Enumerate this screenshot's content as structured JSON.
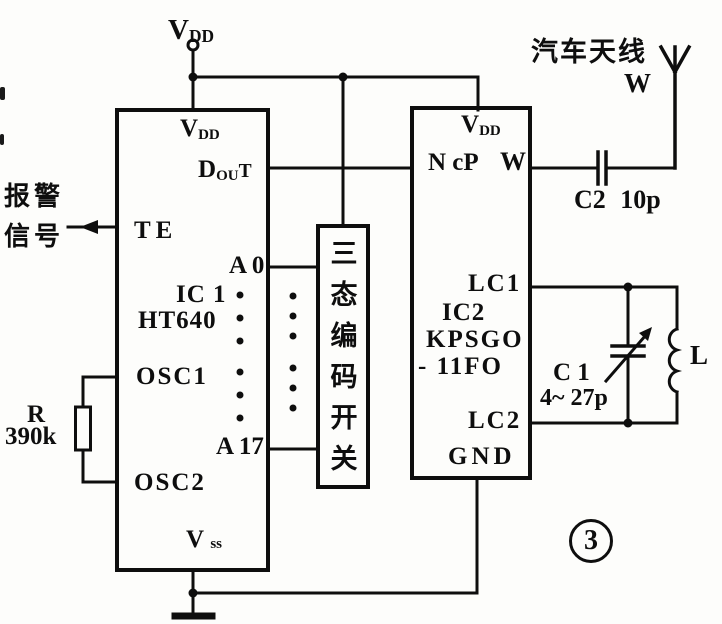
{
  "supply": {
    "vdd": {
      "main": "V",
      "sub": "DD"
    }
  },
  "ic1": {
    "ref": "IC 1",
    "part": "HT640",
    "pins": {
      "vdd": {
        "main": "V",
        "sub": "DD"
      },
      "dout": {
        "main": "D",
        "sub": "OU",
        "tail": "T"
      },
      "te": "TE",
      "a0": "A 0",
      "a17": "A 17",
      "osc1": "OSC1",
      "osc2": "OSC2",
      "vss": {
        "main": "V",
        "sub": "ss"
      }
    }
  },
  "ic2": {
    "ref": "IC2",
    "part_line1": "KPSGO",
    "part_line2": "- 11FO",
    "pins": {
      "vdd": {
        "main": "V",
        "sub": "DD"
      },
      "ncp": "N cP",
      "w": "W",
      "lc1": "LC1",
      "lc2": "LC2",
      "gnd": "GND"
    }
  },
  "switch_block": {
    "label": "三态编码开关"
  },
  "input_label": {
    "line1": "报警",
    "line2": "信号"
  },
  "antenna": {
    "label": "汽车天线",
    "terminal": "W"
  },
  "components": {
    "r": {
      "ref": "R",
      "value": "390k"
    },
    "c2": {
      "label": "C2  10p"
    },
    "c1": {
      "ref": "C 1",
      "value": "4~ 27p"
    },
    "l": {
      "ref": "L"
    }
  },
  "figure": {
    "number": "3"
  }
}
